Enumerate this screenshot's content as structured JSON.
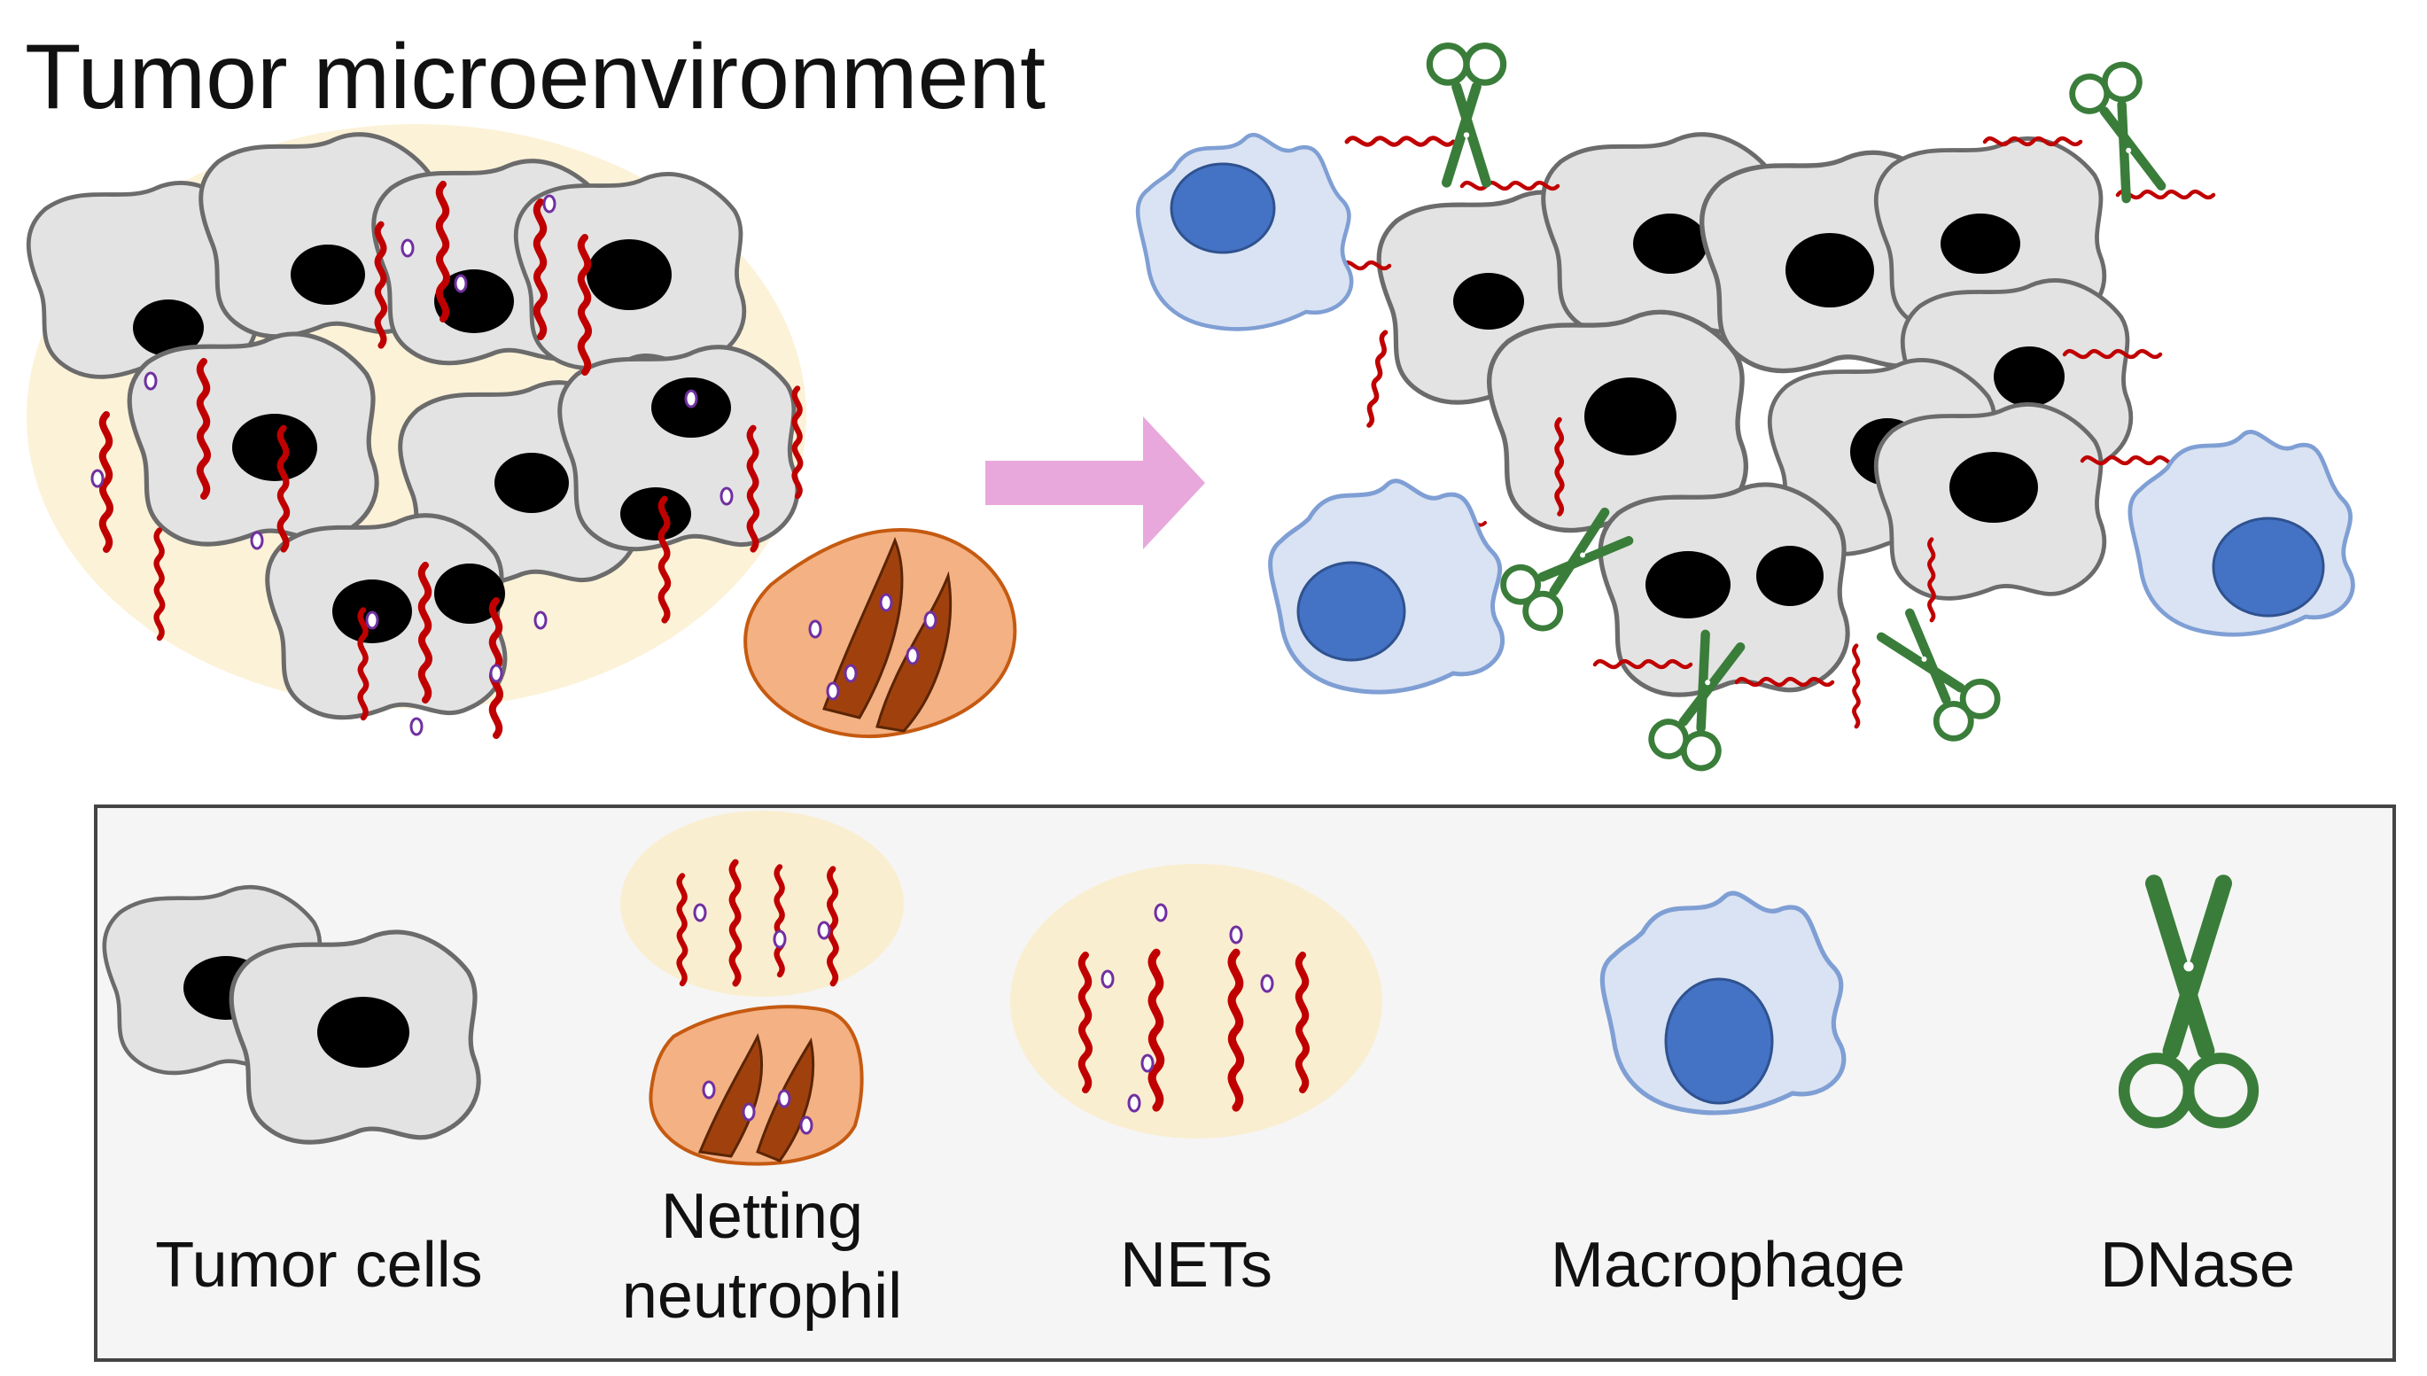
{
  "title": "Tumor microenvironment",
  "legend": {
    "tumor_cells": "Tumor cells",
    "netting_neutrophil_line1": "Netting",
    "netting_neutrophil_line2": "neutrophil",
    "nets": "NETs",
    "macrophage": "Macrophage",
    "dnase": "DNase"
  },
  "colors": {
    "tumor_cell_fill": "#e3e3e3",
    "tumor_cell_stroke": "#6b6b6b",
    "nucleus": "#000000",
    "net_strand": "#c00000",
    "net_halo": "#fbecc8",
    "granule": "#7030a0",
    "neutrophil_fill": "#f4b183",
    "neutrophil_nucleus": "#a0410d",
    "macrophage_fill": "#dae3f3",
    "macrophage_nucleus": "#4472c4",
    "dnase_scissors": "#3a7d3a",
    "arrow": "#e8a8dc",
    "legend_bg": "#f5f5f5"
  },
  "icons": [
    "tumor-cell-icon",
    "netting-neutrophil-icon",
    "nets-icon",
    "macrophage-icon",
    "dnase-scissors-icon",
    "right-arrow-icon"
  ]
}
